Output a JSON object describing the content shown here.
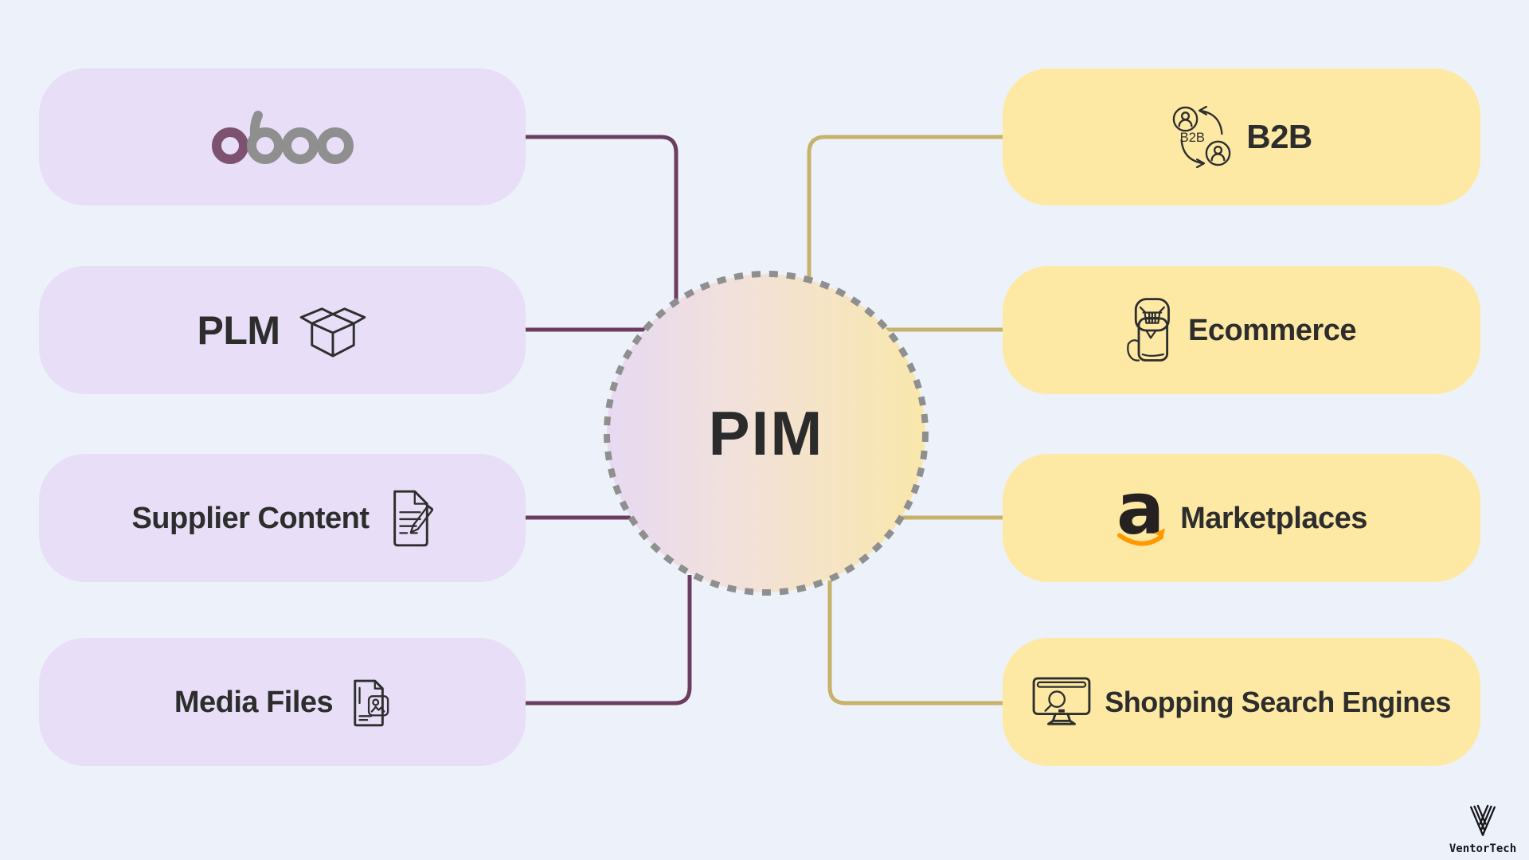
{
  "diagram": {
    "center": {
      "label": "PIM"
    },
    "left_nodes": [
      {
        "id": "odoo",
        "label": "odoo",
        "icon": "odoo-logo"
      },
      {
        "id": "plm",
        "label": "PLM",
        "icon": "open-box-icon"
      },
      {
        "id": "supplier-content",
        "label": "Supplier Content",
        "icon": "document-pencil-icon"
      },
      {
        "id": "media-files",
        "label": "Media Files",
        "icon": "media-image-icon"
      }
    ],
    "right_nodes": [
      {
        "id": "b2b",
        "label": "B2B",
        "icon": "b2b-exchange-icon",
        "icon_text": "B2B"
      },
      {
        "id": "ecommerce",
        "label": "Ecommerce",
        "icon": "phone-basket-icon"
      },
      {
        "id": "marketplaces",
        "label": "Marketplaces",
        "icon": "amazon-logo",
        "icon_text": "a"
      },
      {
        "id": "shopping-search-engines",
        "label": "Shopping Search Engines",
        "icon": "monitor-search-icon"
      }
    ],
    "watermark": {
      "label": "VentorTech"
    }
  },
  "colors": {
    "background": "#edf2fa",
    "left_box": "#e8def7",
    "right_box": "#fde9a4",
    "left_line": "#6a3d61",
    "right_line": "#c7b269",
    "circle_border": "#8f8f8f",
    "circle_gradient_start": "#e7d9f2",
    "circle_gradient_mid": "#f2e1da",
    "circle_gradient_end": "#f9e7ab",
    "text_dark": "#2d2d2d",
    "icon_stroke": "#2e2e2e",
    "odoo_purple": "#7c5270",
    "odoo_gray": "#8f8f8f",
    "amazon_orange": "#ff9900",
    "watermark_color": "#15151a"
  }
}
